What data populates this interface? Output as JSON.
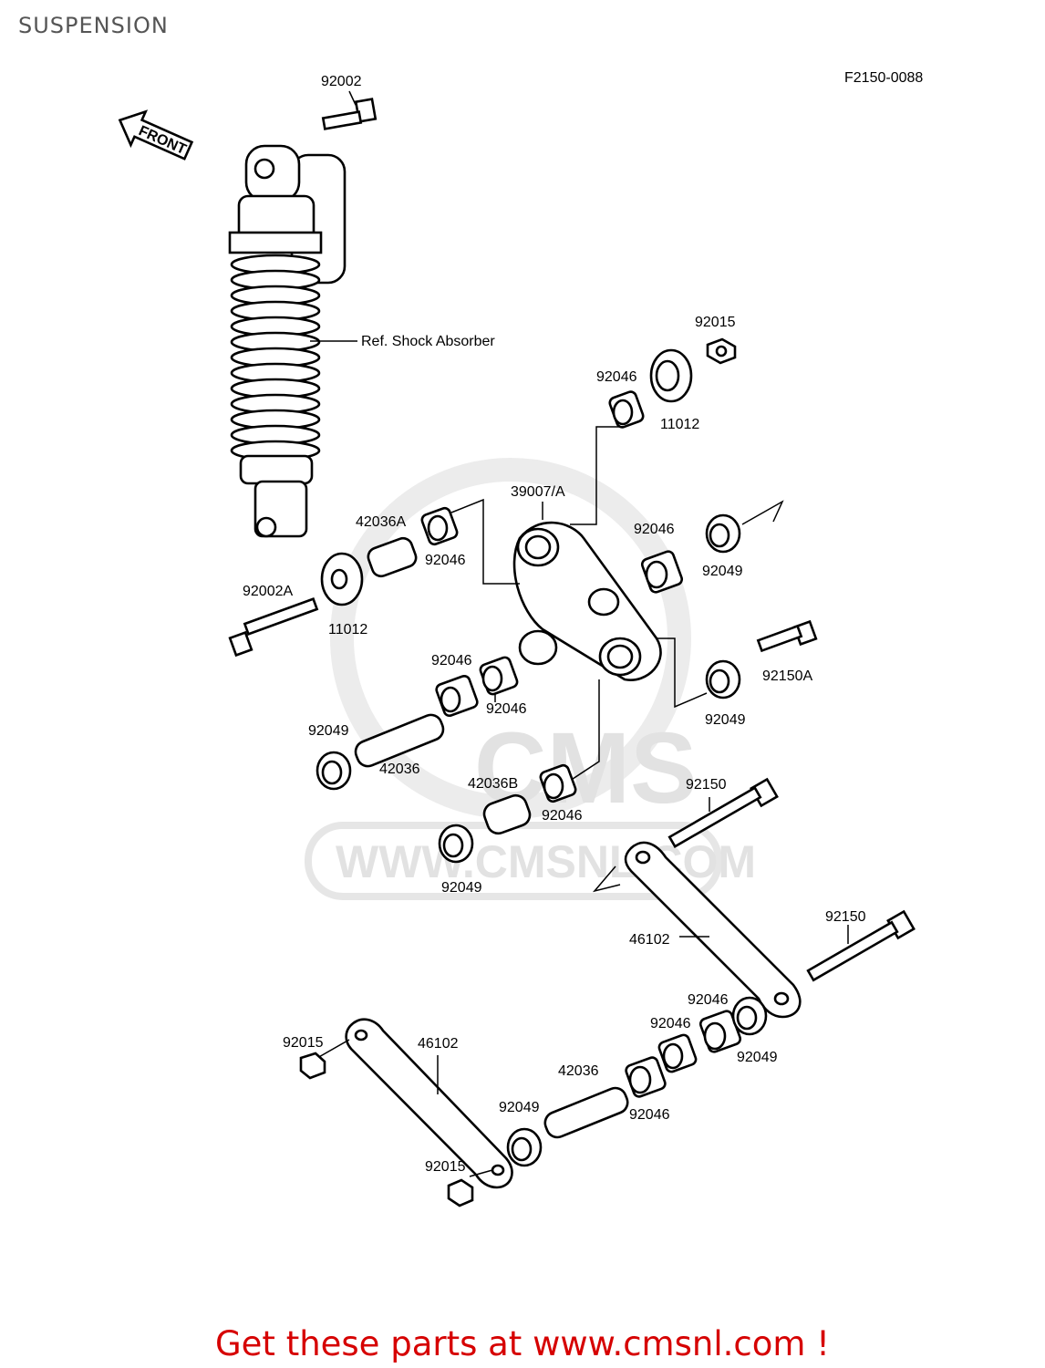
{
  "title": "SUSPENSION",
  "diagram_code": "F2150-0088",
  "front_label": "FRONT",
  "ref_label": "Ref. Shock Absorber",
  "watermark": {
    "logo": "CMS",
    "url": "WWW.CMSNL.COM"
  },
  "call_to_action": "Get these parts at www.cmsnl.com !",
  "part_labels": {
    "p92002": "92002",
    "p92015_top": "92015",
    "p92046_a": "92046",
    "p11012_right": "11012",
    "p39007": "39007/A",
    "p42036A": "42036A",
    "p92046_b": "92046",
    "p92046_c": "92046",
    "p92049_a": "92049",
    "p92002A": "92002A",
    "p11012_left": "11012",
    "p92046_d": "92046",
    "p92046_e": "92046",
    "p92150A": "92150A",
    "p92049_b": "92049",
    "p92049_c": "92049",
    "p42036_a": "42036",
    "p42036B": "42036B",
    "p92046_f": "92046",
    "p92150_a": "92150",
    "p92049_d": "92049",
    "p46102_a": "46102",
    "p92150_b": "92150",
    "p92046_g": "92046",
    "p92046_h": "92046",
    "p92049_e": "92049",
    "p92015_left": "92015",
    "p46102_b": "46102",
    "p42036_b": "42036",
    "p92049_f": "92049",
    "p92046_i": "92046",
    "p92015_bottom": "92015"
  }
}
